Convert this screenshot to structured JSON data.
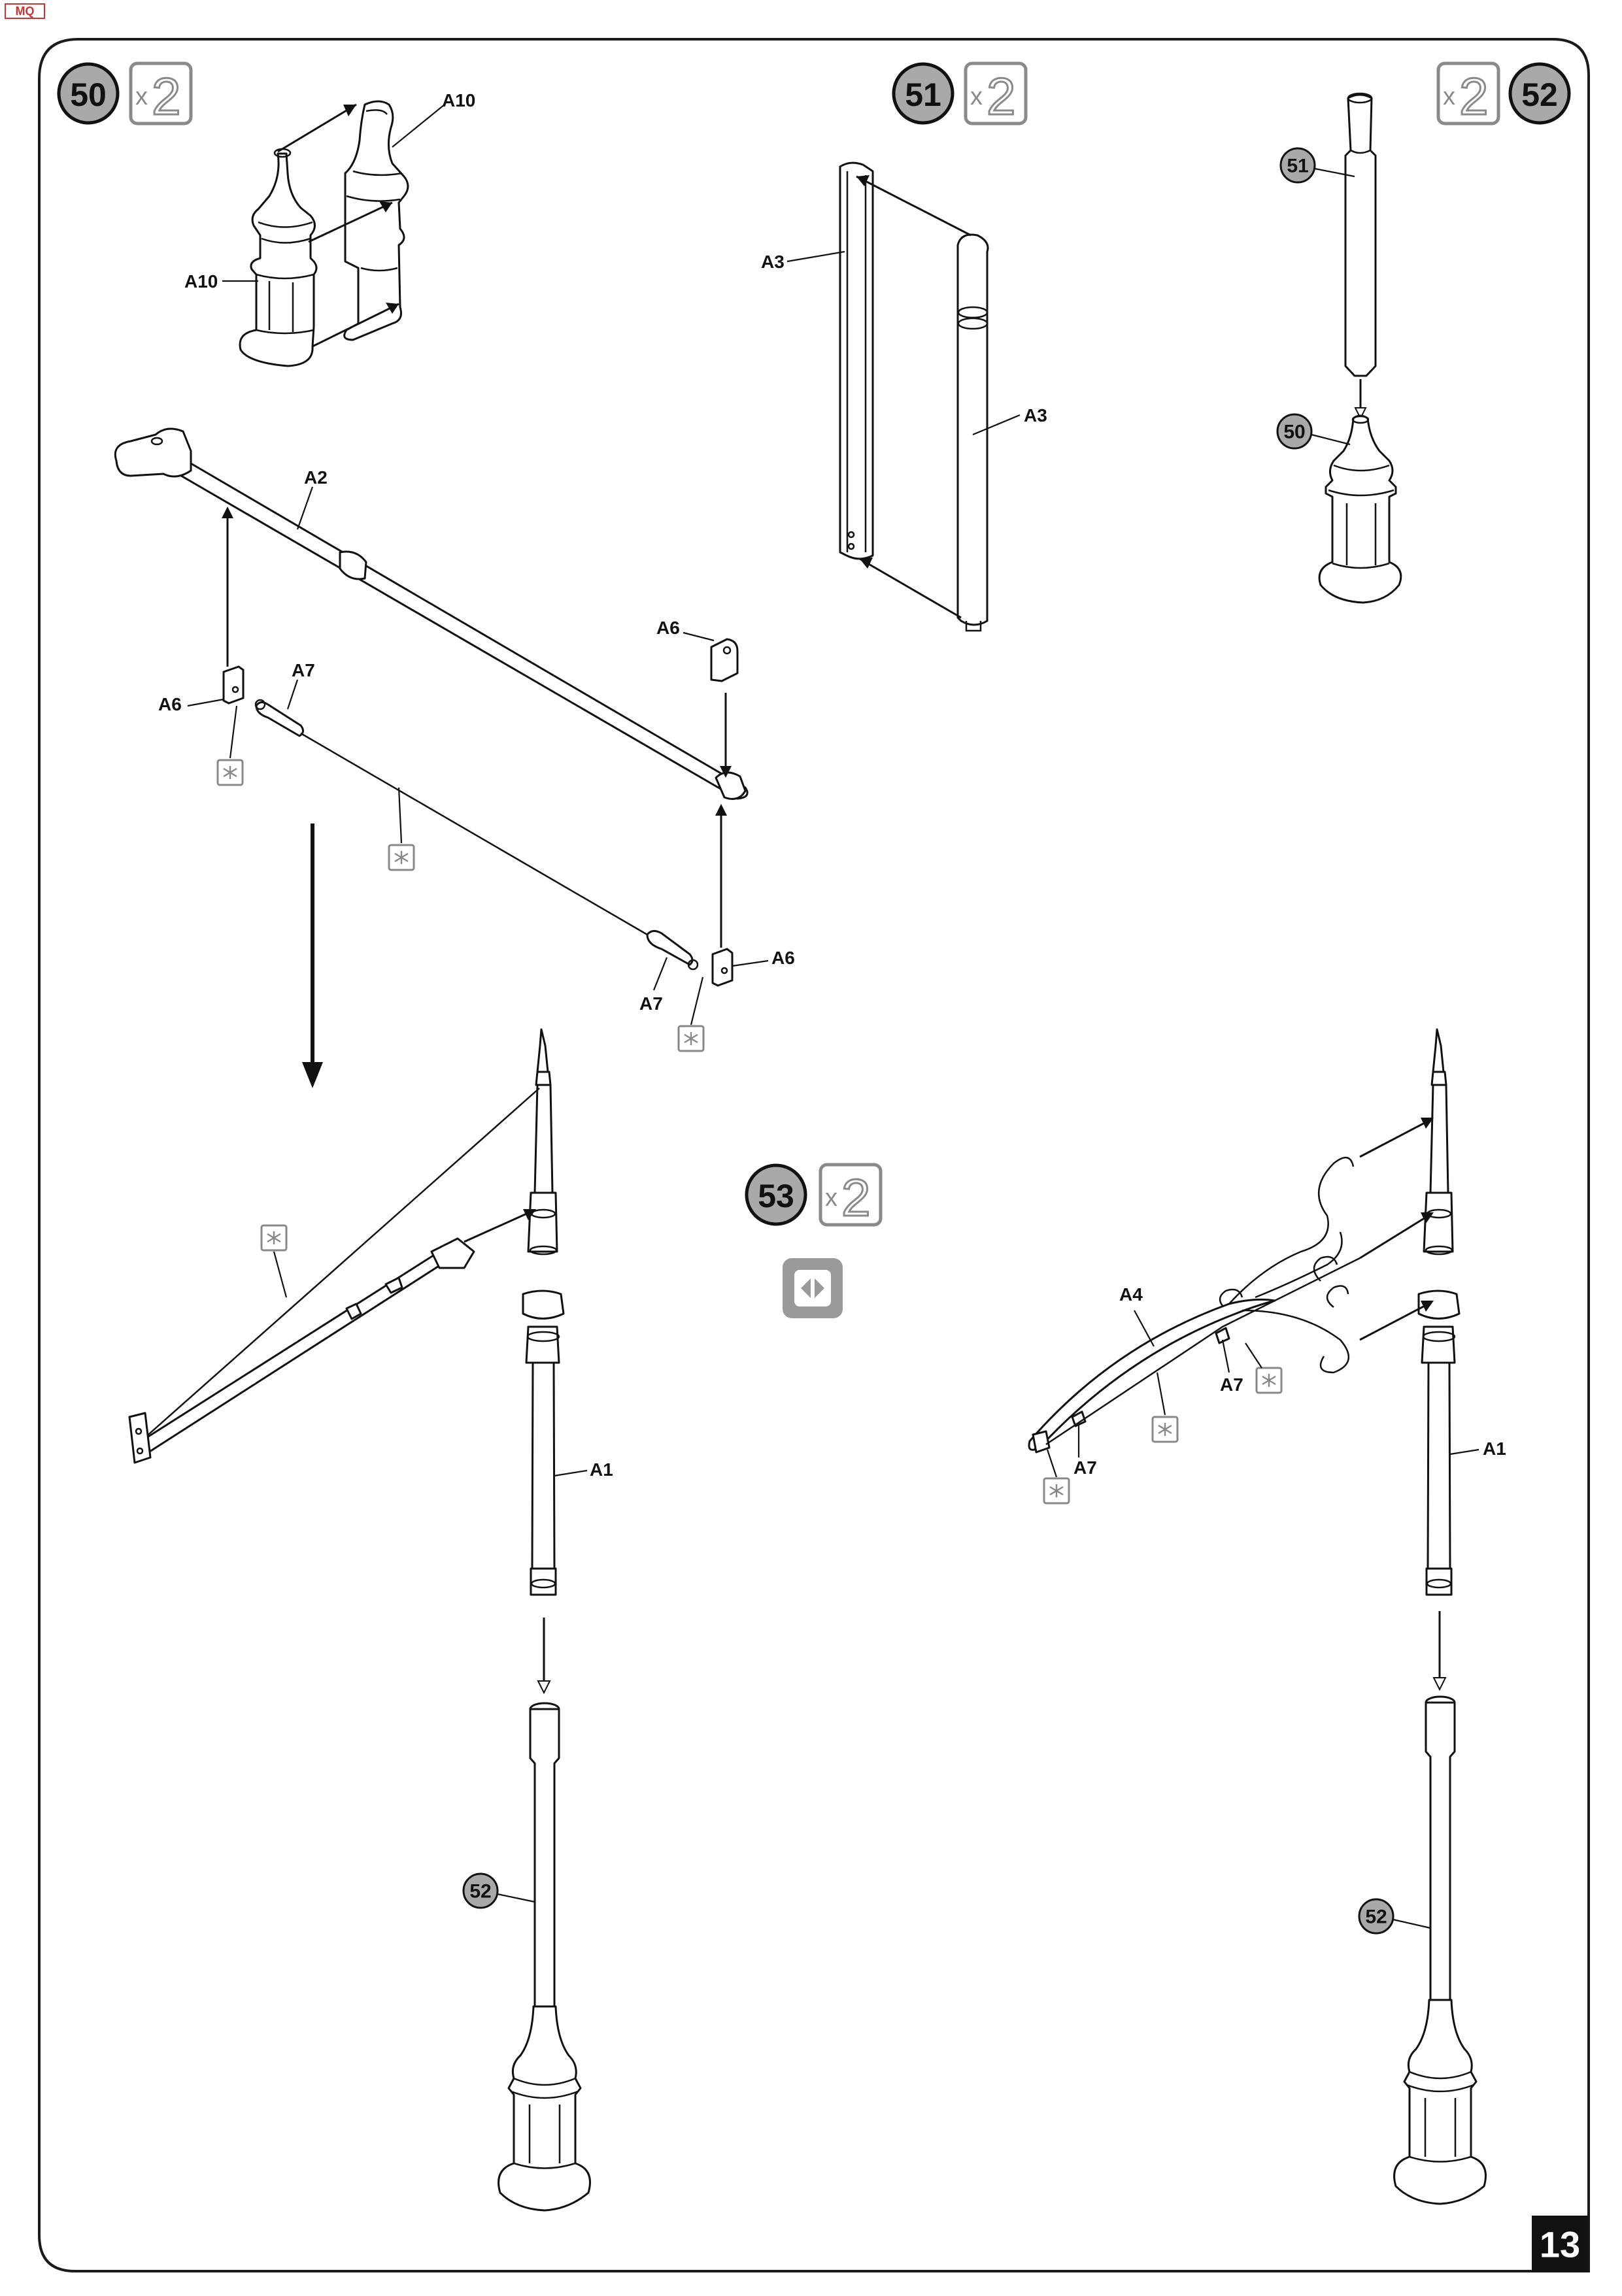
{
  "page": {
    "number": "13",
    "corner_logo": "MQ"
  },
  "steps": [
    {
      "id": "50",
      "qty_x": "x",
      "qty_n": "2"
    },
    {
      "id": "51",
      "qty_x": "x",
      "qty_n": "2"
    },
    {
      "id": "52",
      "qty_x": "x",
      "qty_n": "2"
    },
    {
      "id": "53",
      "qty_x": "x",
      "qty_n": "2"
    }
  ],
  "labels": {
    "a10_top": "A10",
    "a10_side": "A10",
    "a3_left": "A3",
    "a3_right": "A3",
    "a2": "A2",
    "a6_left": "A6",
    "a6_right_top": "A6",
    "a6_right_bottom": "A6",
    "a7_left": "A7",
    "a7_right": "A7",
    "a1_left": "A1",
    "a1_right": "A1",
    "a4": "A4",
    "a7_arm_1": "A7",
    "a7_arm_2": "A7"
  },
  "subassembly_refs": {
    "ref_51": "51",
    "ref_50": "50",
    "ref_52_left": "52",
    "ref_52_right": "52"
  },
  "icons": {
    "glue": "glue-icon",
    "mirror": "mirror-assembly-icon",
    "step_badge": "step-number-circle"
  }
}
